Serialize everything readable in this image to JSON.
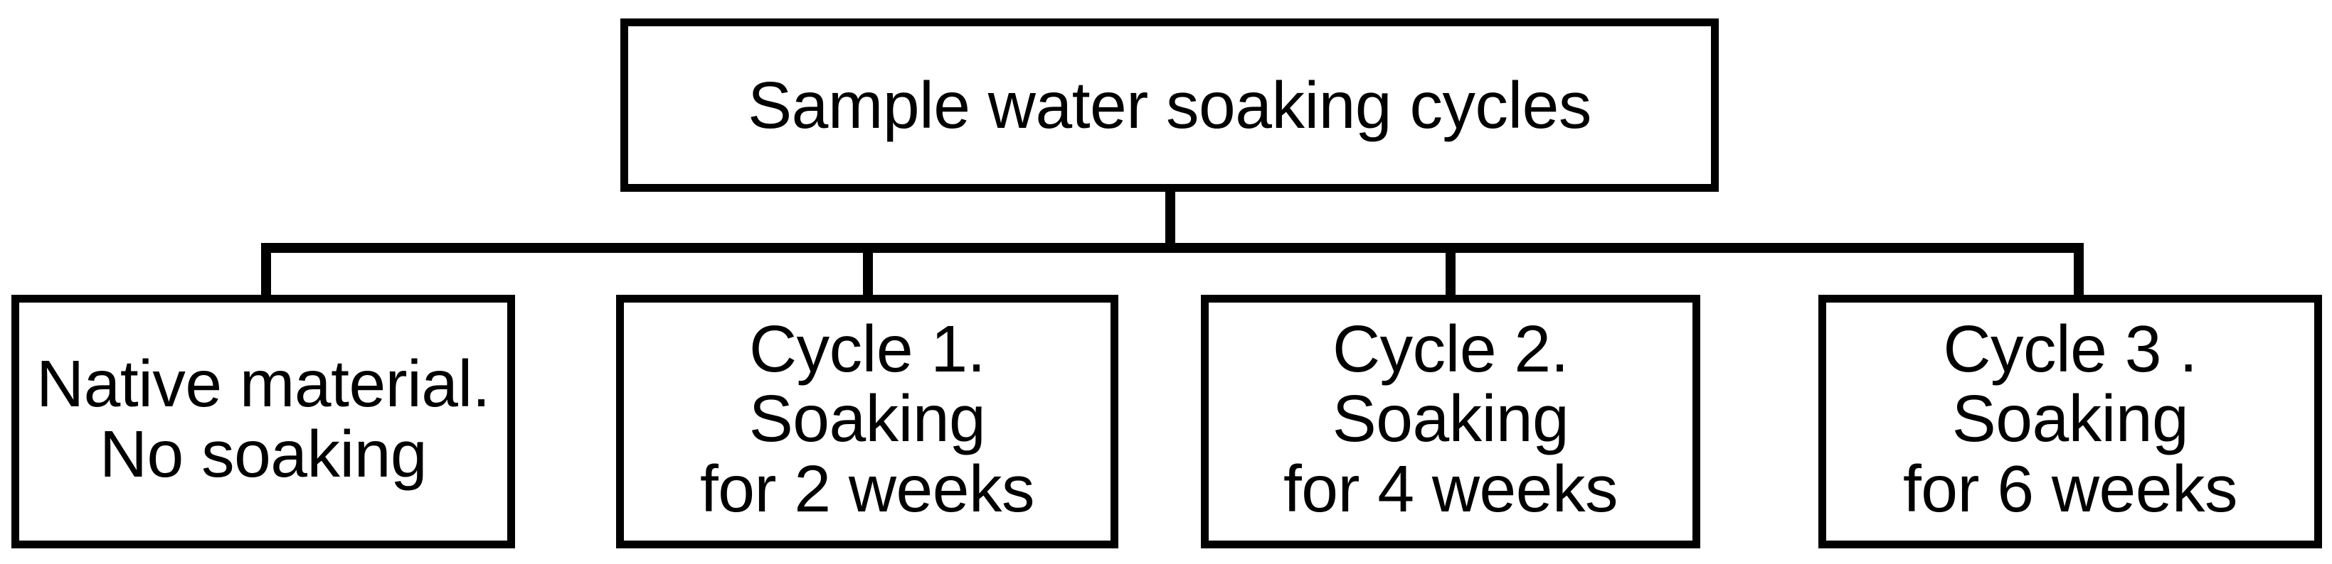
{
  "diagram": {
    "title": "Sample water soaking cycles",
    "type": "tree-flowchart",
    "orientation": "top-down",
    "stroke_color": "#000000",
    "background_color": "#ffffff",
    "root": {
      "label": "Sample water soaking cycles"
    },
    "children": [
      {
        "label": "Native material.\nNo soaking",
        "line1": "Native material.",
        "line2": "No soaking"
      },
      {
        "label": "Cycle 1. Soaking\nfor 2 weeks",
        "line1": "Cycle 1. Soaking",
        "line2": "for 2 weeks"
      },
      {
        "label": "Cycle 2. Soaking\nfor 4 weeks",
        "line1": "Cycle 2. Soaking",
        "line2": "for 4 weeks"
      },
      {
        "label": "Cycle 3 . Soaking\nfor 6 weeks",
        "line1": "Cycle 3 . Soaking",
        "line2": "for 6 weeks"
      }
    ]
  }
}
